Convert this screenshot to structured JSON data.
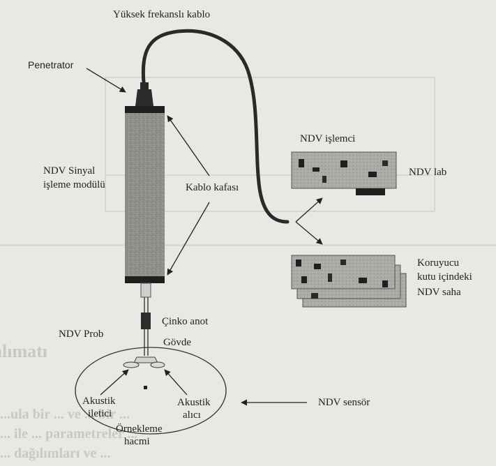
{
  "labels": {
    "cable": "Yüksek frekanslı kablo",
    "penetrator": "Penetrator",
    "signal_module_1": "NDV Sinyal",
    "signal_module_2": "işleme modülü",
    "cable_head": "Kablo kafası",
    "processor": "NDV işlemci",
    "lab": "NDV lab",
    "field_1": "Koruyucu",
    "field_2": "kutu içindeki",
    "field_3": "NDV saha",
    "probe": "NDV Prob",
    "zinc_anode": "Çinko anot",
    "body": "Gövde",
    "transmitter_1": "Akustik",
    "transmitter_2": "iletici",
    "receiver_1": "Akustik",
    "receiver_2": "alıcı",
    "sampling_1": "Örnekleme",
    "sampling_2": "hacmi",
    "sensor": "NDV sensör"
  },
  "background_text": {
    "heading": "alımatı",
    "line1": "...ula bir ... ve ... bir ...",
    "line2": "... ile ... parametreler ...",
    "line3": "... dağılımları ve ..."
  },
  "colors": {
    "background": "#e9e8e4",
    "ink": "#222222",
    "module_fill": "#8d8d89",
    "board_fill": "#a9a9a5"
  }
}
